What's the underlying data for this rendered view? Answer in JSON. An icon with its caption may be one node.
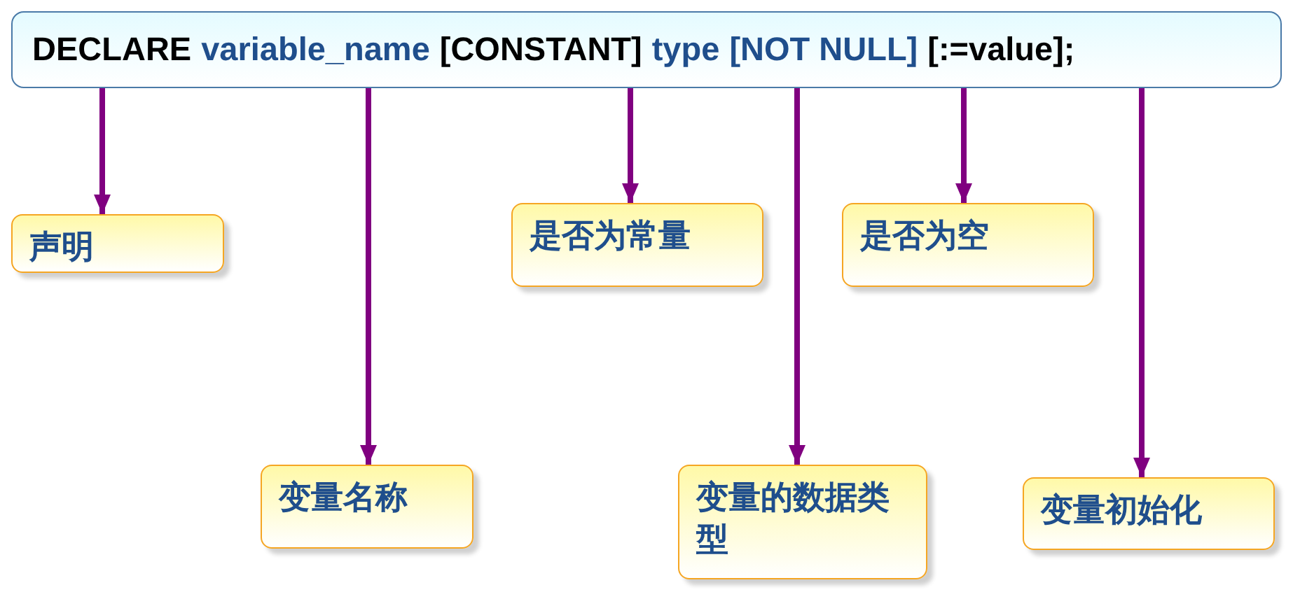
{
  "diagram": {
    "nodes": [
      {
        "text": [
          "DECLARE",
          "variable_name",
          "[CONSTANT]",
          "type",
          "[NOT NULL]",
          "[:=value];"
        ]
      },
      {
        "text": [
          "声明"
        ]
      },
      {
        "text": [
          "变量名称"
        ]
      },
      {
        "text": [
          "是否为常量"
        ]
      },
      {
        "text": [
          "变量的数据类型"
        ]
      },
      {
        "text": [
          "是否为空"
        ]
      },
      {
        "text": [
          "变量初始化"
        ]
      }
    ],
    "edges": [
      {
        "from": 0,
        "to": 1,
        "arrow": "to"
      },
      {
        "from": 0,
        "to": 2,
        "arrow": "to"
      },
      {
        "from": 0,
        "to": 3,
        "arrow": "to"
      },
      {
        "from": 0,
        "to": 4,
        "arrow": "to"
      },
      {
        "from": 0,
        "to": 5,
        "arrow": "to"
      },
      {
        "from": 0,
        "to": 6,
        "arrow": "to"
      }
    ]
  }
}
